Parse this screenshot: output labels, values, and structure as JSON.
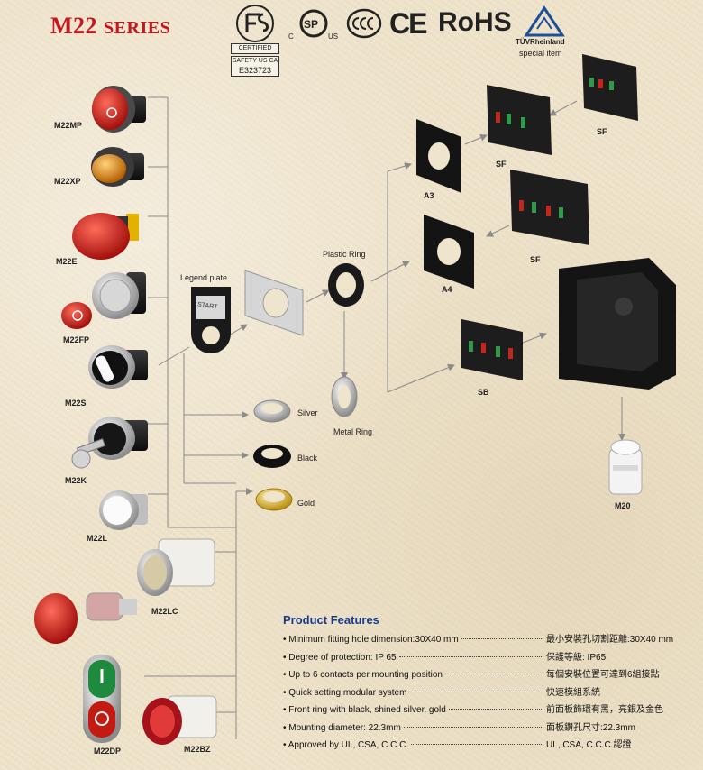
{
  "header": {
    "series_main": "M22",
    "series_sub": "SERIES",
    "cert": {
      "certified": "CERTIFIED",
      "safety": "SAFETY US CA",
      "number": "E323723",
      "csa_c": "C",
      "csa_us": "US",
      "ce": "CE",
      "rohs": "RoHS",
      "tuv_brand": "TÜVRheinland",
      "tuv_note": "special item"
    }
  },
  "colors": {
    "title_red": "#c8161d",
    "features_blue": "#1a3a8c",
    "line_gray": "#8a8a8a"
  },
  "products": {
    "m22mp": "M22MP",
    "m22xp": "M22XP",
    "m22e": "M22E",
    "m22fp": "M22FP",
    "m22s": "M22S",
    "m22k": "M22K",
    "m22l": "M22L",
    "m22lc": "M22LC",
    "m22dp": "M22DP",
    "m22bz": "M22BZ"
  },
  "parts": {
    "legend_plate": "Legend plate",
    "legend_text": "START",
    "plastic_ring": "Plastic Ring",
    "metal_ring": "Metal Ring",
    "silver": "Silver",
    "black": "Black",
    "gold": "Gold",
    "a3": "A3",
    "a4": "A4",
    "sf_top": "SF",
    "sf_mid": "SF",
    "sf_low": "SF",
    "sb": "SB",
    "m20": "M20"
  },
  "features": {
    "title": "Product Features",
    "items": [
      {
        "en": "Minimum fitting hole dimension:30X40 mm",
        "zh": "最小安裝孔切割距離:30X40 mm"
      },
      {
        "en": "Degree of protection: IP 65",
        "zh": "保護等級: IP65"
      },
      {
        "en": "Up to 6 contacts per mounting position",
        "zh": "每個安裝位置可達到6組接點"
      },
      {
        "en": "Quick setting modular system",
        "zh": "快速模組系統"
      },
      {
        "en": "Front ring with black, shined silver, gold",
        "zh": "前面板飾環有黑，亮銀及金色"
      },
      {
        "en": "Mounting diameter: 22.3mm",
        "zh": "面板鑽孔尺寸:22.3mm"
      },
      {
        "en": "Approved by UL, CSA, C.C.C.",
        "zh": "UL, CSA, C.C.C.認證"
      }
    ]
  }
}
